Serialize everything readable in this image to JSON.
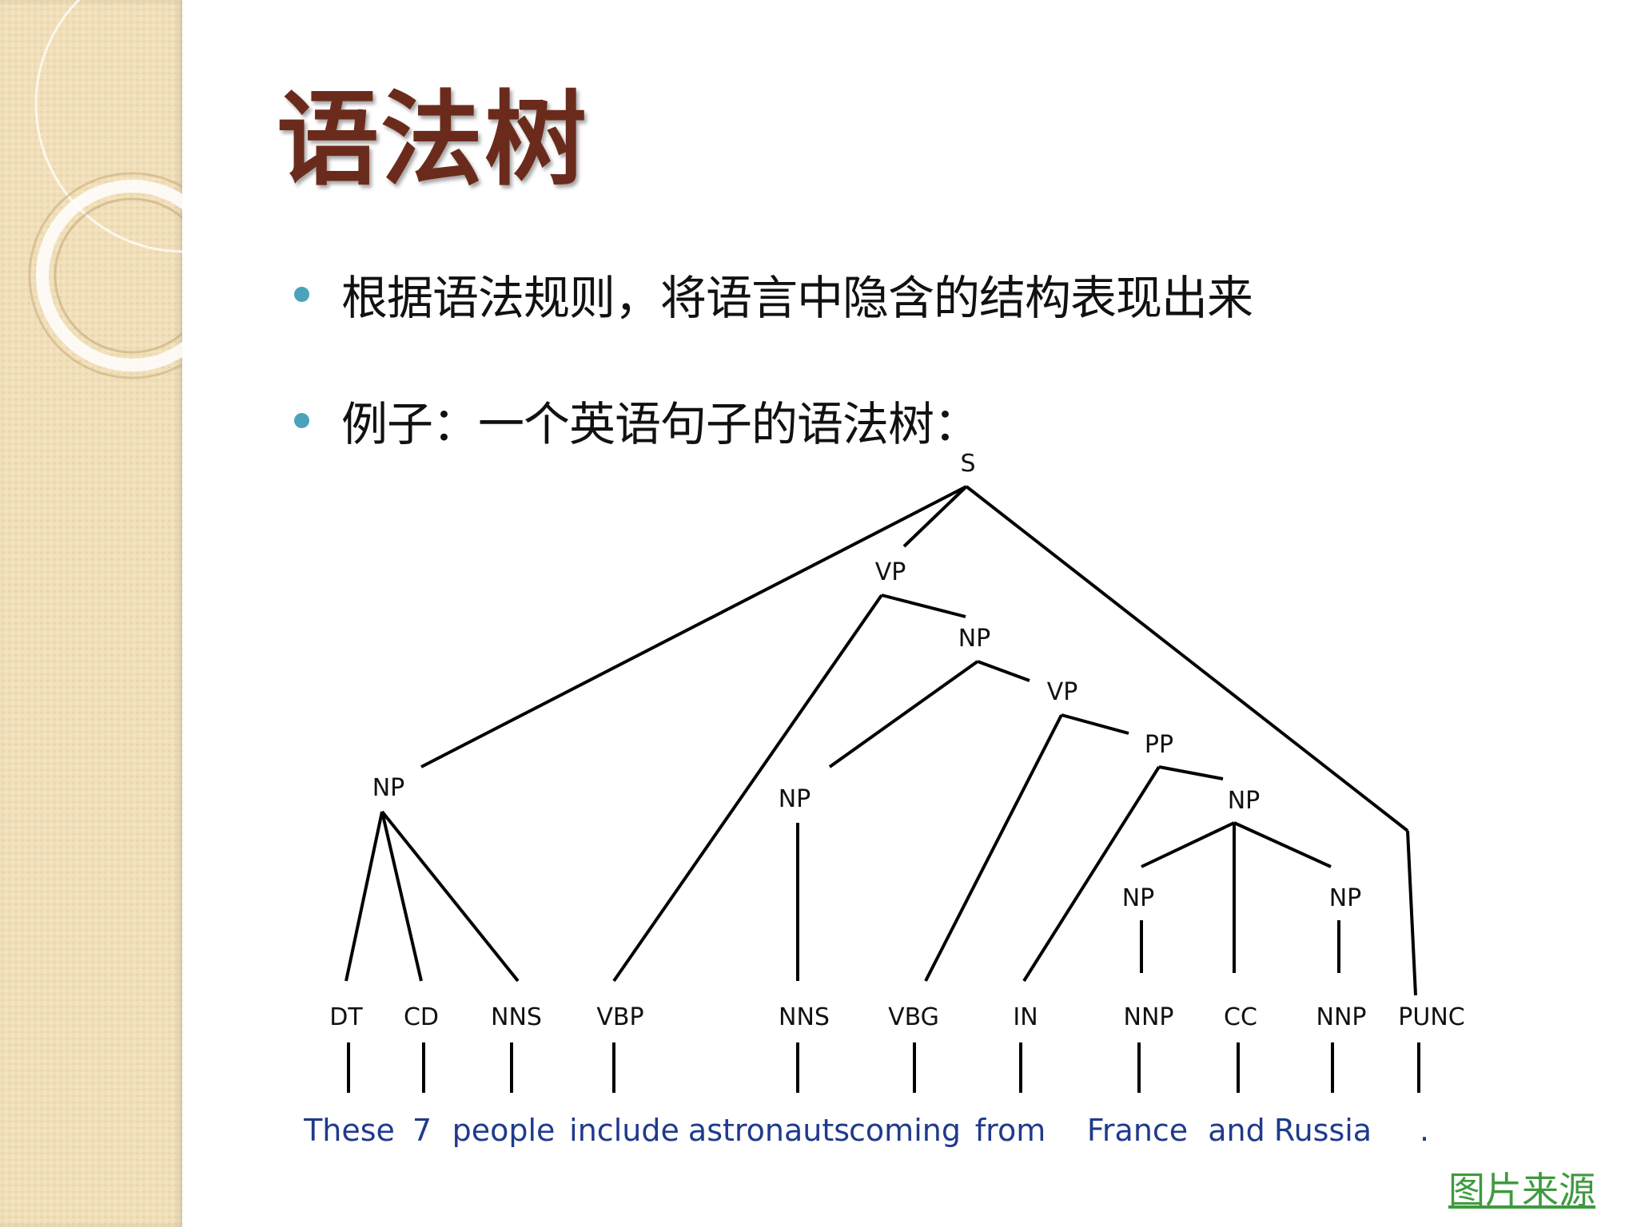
{
  "slide": {
    "title": "语法树",
    "bullets": [
      "根据语法规则，将语言中隐含的结构表现出来",
      "例子：一个英语句子的语法树："
    ],
    "source_link": "图片来源",
    "accent_bullet_color": "#4aa3ba",
    "title_color": "#6b2b1c",
    "word_color": "#1f3a8c",
    "link_color": "#3f9a3f"
  },
  "tree": {
    "nodes": {
      "S": "S",
      "VP1": "VP",
      "NP_obj": "NP",
      "VP2": "VP",
      "PP": "PP",
      "NP_subj": "NP",
      "NP_astro": "NP",
      "NP_coord": "NP",
      "NP_france": "NP",
      "NP_russia": "NP"
    },
    "pos_tags": [
      "DT",
      "CD",
      "NNS",
      "VBP",
      "NNS",
      "VBG",
      "IN",
      "NNP",
      "CC",
      "NNP",
      "PUNC"
    ],
    "words": [
      "These",
      "7",
      "people",
      "include",
      "astronauts",
      "coming",
      "from",
      "France",
      "and",
      "Russia",
      "."
    ]
  }
}
